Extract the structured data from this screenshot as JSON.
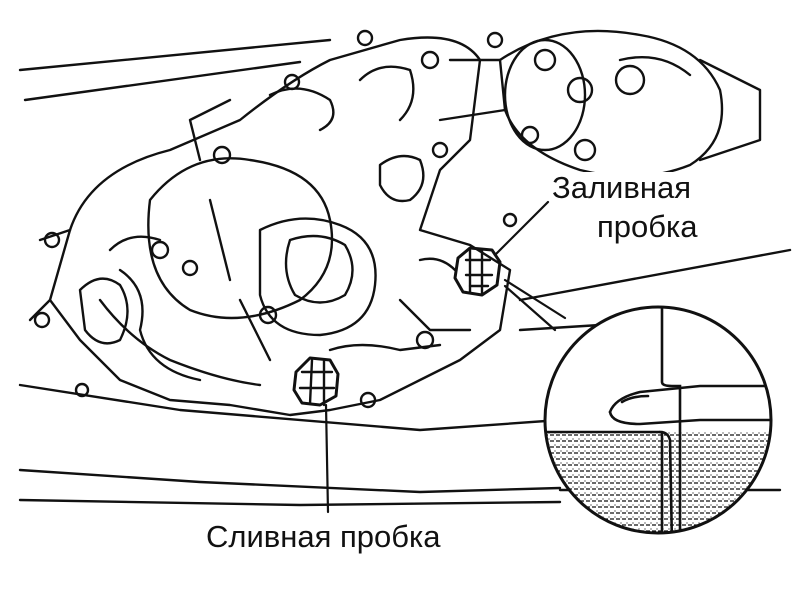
{
  "diagram": {
    "fill_plug_label_line1": "Заливная",
    "fill_plug_label_line2": "пробка",
    "drain_plug_label": "Сливная пробка",
    "line_color": "#111111",
    "background_color": "#ffffff",
    "oil_hatch_color": "#111111"
  }
}
